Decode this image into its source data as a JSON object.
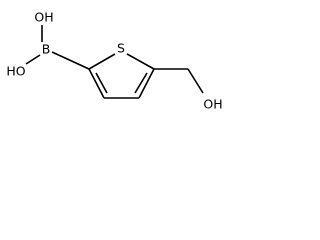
{
  "molecule": {
    "atoms": {
      "oh_top": "OH",
      "oh_left": "HO",
      "boron": "B",
      "sulfur": "S",
      "oh_right": "OH"
    }
  }
}
